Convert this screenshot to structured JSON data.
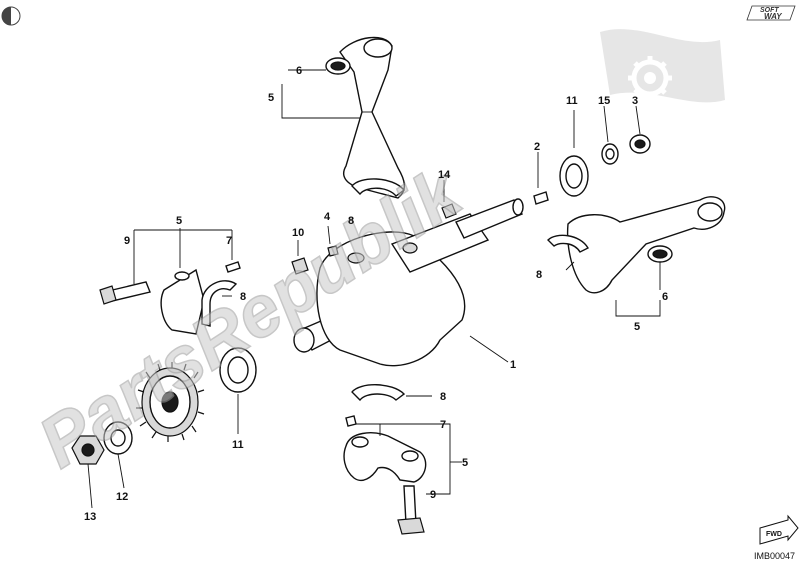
{
  "header": {
    "logo_top": "SOFT",
    "logo_bottom": "WAY"
  },
  "watermark": {
    "text": "PartsRepublik"
  },
  "callouts": {
    "c1": "1",
    "c2": "2",
    "c3": "3",
    "c4": "4",
    "c5a": "5",
    "c5b": "5",
    "c5c": "5",
    "c5d": "5",
    "c6a": "6",
    "c6b": "6",
    "c7a": "7",
    "c7b": "7",
    "c8a": "8",
    "c8b": "8",
    "c8c": "8",
    "c8d": "8",
    "c9a": "9",
    "c9b": "9",
    "c10": "10",
    "c11a": "11",
    "c11b": "11",
    "c12": "12",
    "c13": "13",
    "c14": "14",
    "c15": "15"
  },
  "footer": {
    "direction_label": "FWD",
    "image_code": "IMB00047"
  },
  "icons": {
    "corner": "half-circle-icon",
    "gear": "gear-watermark-icon",
    "fwd": "fwd-arrow-icon"
  }
}
